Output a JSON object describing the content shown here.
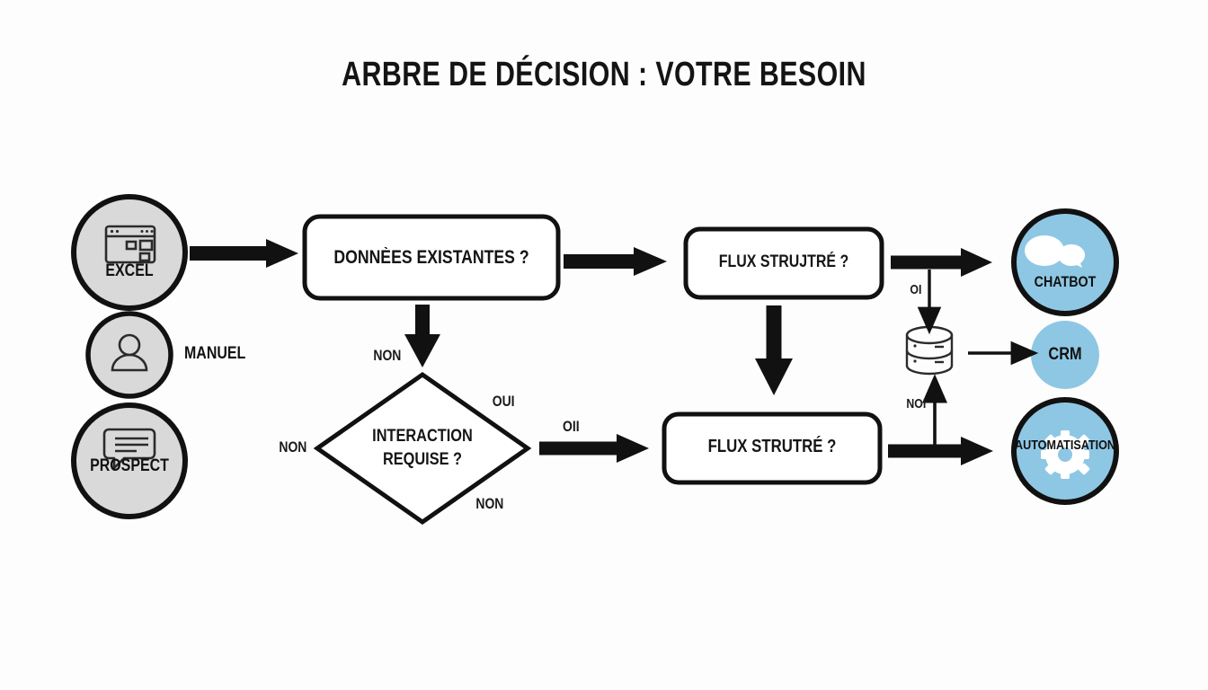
{
  "page": {
    "title": "ARBRE DE DÉCISION : VOTRE BESOIN",
    "background_color": "#fdfdfd",
    "ink_color": "#141414",
    "accent_blue": "#8ec7e4",
    "source_fill": "#d9d9d9"
  },
  "sources": [
    {
      "id": "excel",
      "label": "EXCEL",
      "icon": "window-table-icon",
      "fill": "#d9d9d9",
      "outlined": true
    },
    {
      "id": "manuel",
      "label": "MANUEL",
      "icon": "person-icon",
      "fill": "#d9d9d9",
      "outlined": true,
      "label_outside": true
    },
    {
      "id": "prospect",
      "label": "PROSPECT",
      "icon": "speech-bubble-icon",
      "fill": "#d9d9d9",
      "outlined": true
    }
  ],
  "decisions": [
    {
      "id": "donnees",
      "shape": "rounded-box",
      "text": "DONNÈES EXISTANTES ?"
    },
    {
      "id": "flux_haut",
      "shape": "rounded-box",
      "text": "FLUX STRUJTRÉ ?"
    },
    {
      "id": "flux_bas",
      "shape": "rounded-box",
      "text": "FLUX STRUTRÉ ?"
    },
    {
      "id": "interaction",
      "shape": "diamond",
      "line1": "INTERACTION",
      "line2": "REQUISE ?"
    }
  ],
  "outcomes": [
    {
      "id": "chatbot",
      "label": "CHATBOT",
      "icon": "chat-bubbles-icon",
      "fill": "#8ec7e4",
      "outlined": true
    },
    {
      "id": "crm",
      "label": "CRM",
      "icon": "none",
      "fill": "#8ec7e4",
      "outlined": false
    },
    {
      "id": "automatisation",
      "label": "AUTOMATISATION",
      "icon": "gear-icon",
      "fill": "#8ec7e4",
      "outlined": true
    }
  ],
  "store": {
    "id": "database",
    "icon": "database-cylinder-icon"
  },
  "edge_labels": {
    "donnees_non": "NON",
    "interaction_oui": "OUI",
    "interaction_non_left": "NON",
    "interaction_non_bottom": "NON",
    "to_flux_bas": "OII",
    "chatbot_branch": "OI",
    "automatisation_branch": "NOI"
  }
}
